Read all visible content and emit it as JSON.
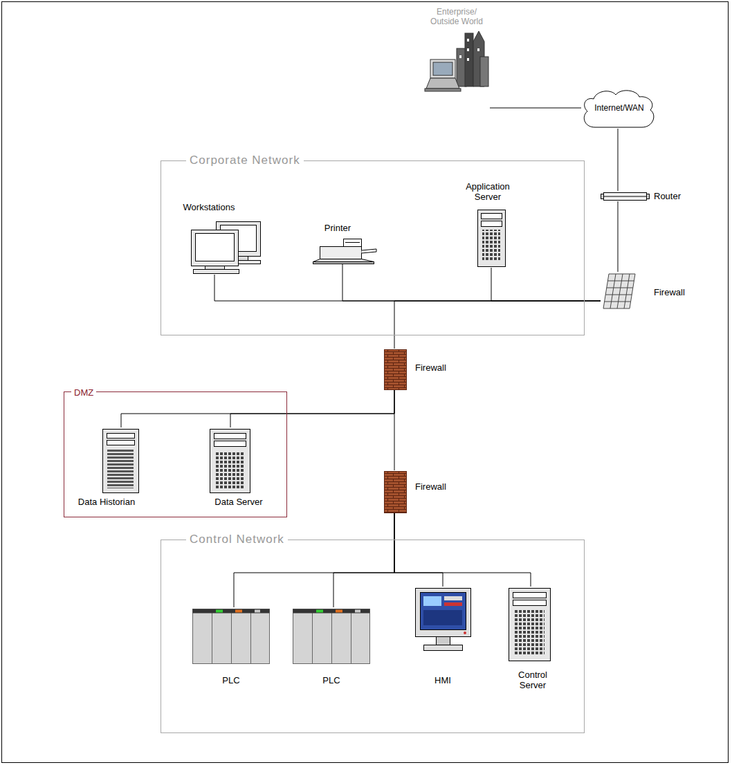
{
  "diagram": {
    "nodes": [
      {
        "text": [
          "Enterprise/ Outside World"
        ]
      },
      {
        "text": [
          "Internet/WAN"
        ]
      },
      {
        "text": [
          "Corporate Network"
        ]
      },
      {
        "text": [
          "Workstations"
        ],
        "in": 2
      },
      {
        "text": [
          "Printer"
        ],
        "in": 2
      },
      {
        "text": [
          "Application Server"
        ],
        "in": 2
      },
      {
        "text": [
          "Router"
        ]
      },
      {
        "text": [
          "Firewall"
        ]
      },
      {
        "text": [
          "Firewall"
        ]
      },
      {
        "text": [
          "DMZ"
        ]
      },
      {
        "text": [
          "Data Historian"
        ],
        "in": 9
      },
      {
        "text": [
          "Data Server"
        ],
        "in": 9
      },
      {
        "text": [
          "Firewall"
        ]
      },
      {
        "text": [
          "Control Network"
        ]
      },
      {
        "text": [
          "PLC"
        ],
        "in": 13
      },
      {
        "text": [
          "PLC"
        ],
        "in": 13
      },
      {
        "text": [
          "HMI"
        ],
        "in": 13
      },
      {
        "text": [
          "Control Server"
        ],
        "in": 13
      }
    ],
    "edges": [
      {
        "from": 0,
        "to": 1,
        "arrow": "none"
      },
      {
        "from": 1,
        "to": 6,
        "arrow": "none"
      },
      {
        "from": 6,
        "to": 7,
        "arrow": "none"
      },
      {
        "from": 3,
        "to": 7,
        "arrow": "none"
      },
      {
        "from": 4,
        "to": 7,
        "arrow": "none"
      },
      {
        "from": 5,
        "to": 7,
        "arrow": "none"
      },
      {
        "from": 8,
        "to": 7,
        "arrow": "none"
      },
      {
        "from": 8,
        "to": 10,
        "arrow": "none"
      },
      {
        "from": 8,
        "to": 11,
        "arrow": "none"
      },
      {
        "from": 8,
        "to": 12,
        "arrow": "none"
      },
      {
        "from": 12,
        "to": 14,
        "arrow": "none"
      },
      {
        "from": 12,
        "to": 15,
        "arrow": "none"
      },
      {
        "from": 12,
        "to": 16,
        "arrow": "none"
      },
      {
        "from": 12,
        "to": 17,
        "arrow": "none"
      }
    ]
  }
}
